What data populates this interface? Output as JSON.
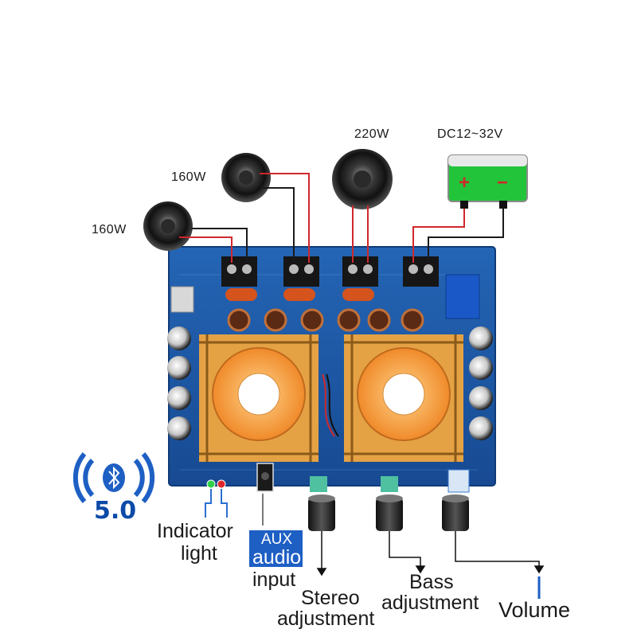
{
  "speakers": [
    {
      "power": "160W"
    },
    {
      "power": "160W"
    },
    {
      "power": "220W"
    }
  ],
  "power_supply": {
    "voltage": "DC12~32V",
    "positive": "+",
    "negative": "−"
  },
  "bluetooth": {
    "version": "5.0"
  },
  "controls": {
    "indicator": [
      "Indicator",
      "light"
    ],
    "aux": [
      "AUX",
      "audio",
      "input"
    ],
    "stereo": [
      "Stereo",
      "adjustment"
    ],
    "bass": [
      "Bass",
      "adjustment"
    ],
    "volume": "Volume"
  },
  "colors": {
    "board": "#1d5aa8",
    "heatsink": "#e5a244",
    "wire_red": "#d0282c",
    "wire_black": "#1a1a1a",
    "battery": "#22c43a",
    "aux_badge": "#1e5fc4"
  }
}
